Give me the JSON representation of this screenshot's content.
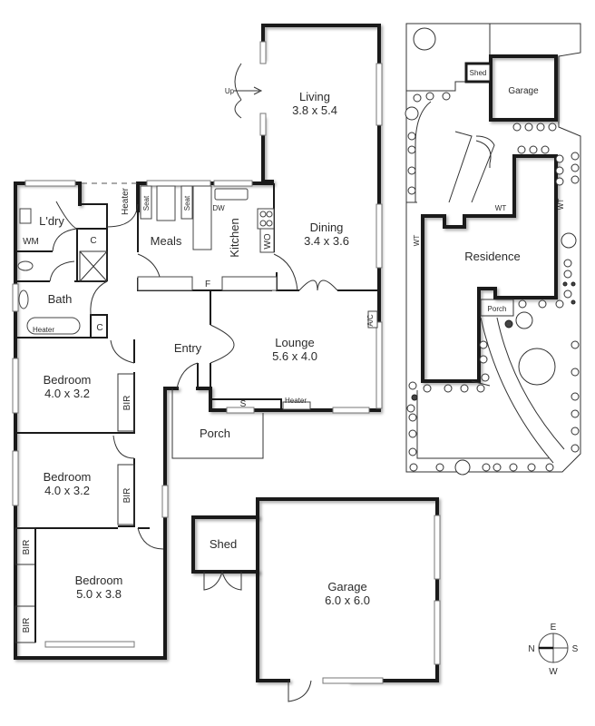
{
  "floor_plan": {
    "rooms": [
      {
        "id": "living",
        "name": "Living",
        "dims": "3.8 x 5.4"
      },
      {
        "id": "dining",
        "name": "Dining",
        "dims": "3.4 x 3.6"
      },
      {
        "id": "lounge",
        "name": "Lounge",
        "dims": "5.6 x 4.0"
      },
      {
        "id": "meals",
        "name": "Meals",
        "dims": ""
      },
      {
        "id": "kitchen",
        "name": "Kitchen",
        "dims": ""
      },
      {
        "id": "laundry",
        "name": "L'dry",
        "dims": ""
      },
      {
        "id": "bath",
        "name": "Bath",
        "dims": ""
      },
      {
        "id": "entry",
        "name": "Entry",
        "dims": ""
      },
      {
        "id": "porch",
        "name": "Porch",
        "dims": ""
      },
      {
        "id": "bedroom1",
        "name": "Bedroom",
        "dims": "4.0 x 3.2"
      },
      {
        "id": "bedroom2",
        "name": "Bedroom",
        "dims": "4.0 x 3.2"
      },
      {
        "id": "bedroom3",
        "name": "Bedroom",
        "dims": "5.0 x 3.8"
      },
      {
        "id": "shed",
        "name": "Shed",
        "dims": ""
      },
      {
        "id": "garage",
        "name": "Garage",
        "dims": "6.0 x 6.0"
      }
    ],
    "fixtures": {
      "up": "Up",
      "heater": "Heater",
      "seat": "Seat",
      "dw": "DW",
      "wo": "WO",
      "fridge": "F",
      "wm": "WM",
      "cupboard": "C",
      "bir": "BIR",
      "ac": "A/C",
      "storage": "S"
    }
  },
  "site_plan": {
    "labels": {
      "residence": "Residence",
      "garage": "Garage",
      "shed": "Shed",
      "porch": "Porch",
      "water_tank": "WT"
    }
  },
  "compass": {
    "n": "N",
    "e": "E",
    "s": "S",
    "w": "W"
  }
}
